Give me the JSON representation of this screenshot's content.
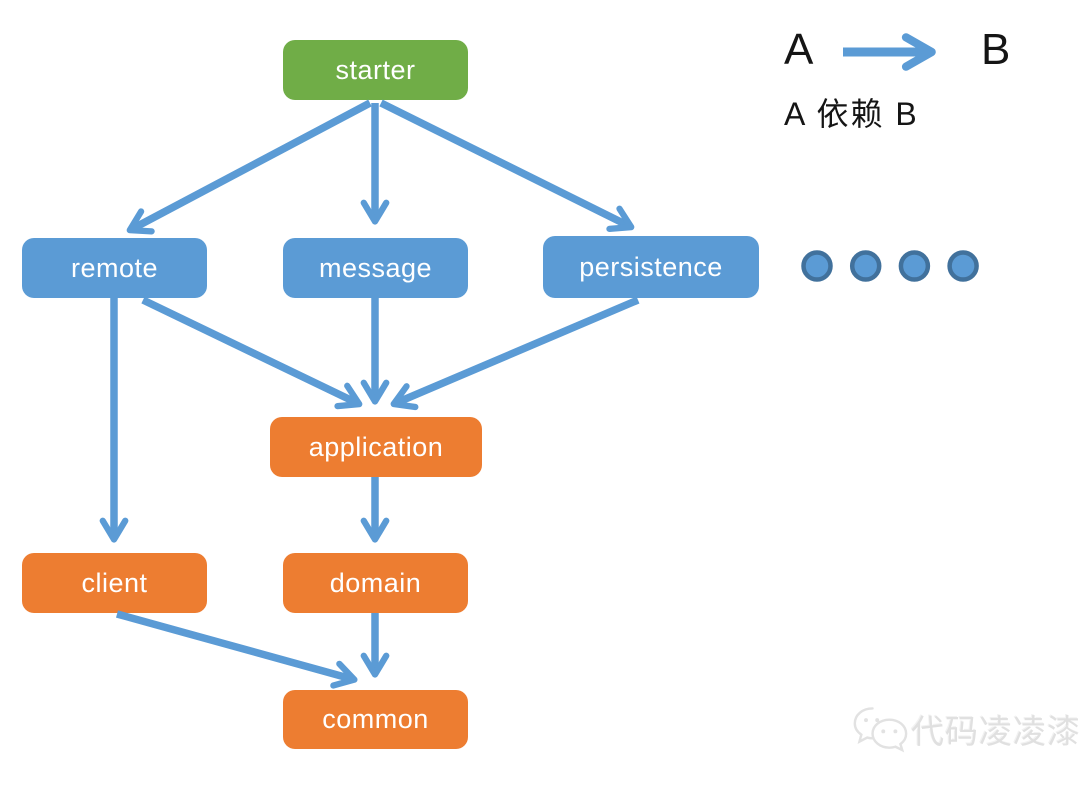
{
  "diagram": {
    "nodes": [
      {
        "id": "starter",
        "label": "starter",
        "color": "#70ad47"
      },
      {
        "id": "remote",
        "label": "remote",
        "color": "#5b9bd5"
      },
      {
        "id": "message",
        "label": "message",
        "color": "#5b9bd5"
      },
      {
        "id": "persistence",
        "label": "persistence",
        "color": "#5b9bd5"
      },
      {
        "id": "application",
        "label": "application",
        "color": "#ed7d31"
      },
      {
        "id": "client",
        "label": "client",
        "color": "#ed7d31"
      },
      {
        "id": "domain",
        "label": "domain",
        "color": "#ed7d31"
      },
      {
        "id": "common",
        "label": "common",
        "color": "#ed7d31"
      }
    ],
    "edges": [
      {
        "from": "starter",
        "to": "remote"
      },
      {
        "from": "starter",
        "to": "message"
      },
      {
        "from": "starter",
        "to": "persistence"
      },
      {
        "from": "remote",
        "to": "client"
      },
      {
        "from": "remote",
        "to": "application"
      },
      {
        "from": "message",
        "to": "application"
      },
      {
        "from": "persistence",
        "to": "application"
      },
      {
        "from": "application",
        "to": "domain"
      },
      {
        "from": "domain",
        "to": "common"
      },
      {
        "from": "client",
        "to": "common"
      }
    ],
    "ellipsis_dots": 4,
    "colors": {
      "arrow": "#5b9bd5",
      "dot_fill": "#5b9bd5",
      "dot_stroke": "#41719c",
      "starter_green": "#70ad47",
      "module_blue": "#5b9bd5",
      "module_orange": "#ed7d31"
    }
  },
  "legend": {
    "a": "A",
    "b": "B",
    "caption": "A 依赖 B"
  },
  "watermark": {
    "text": "代码凌凌漆",
    "icon": "wechat-icon"
  }
}
